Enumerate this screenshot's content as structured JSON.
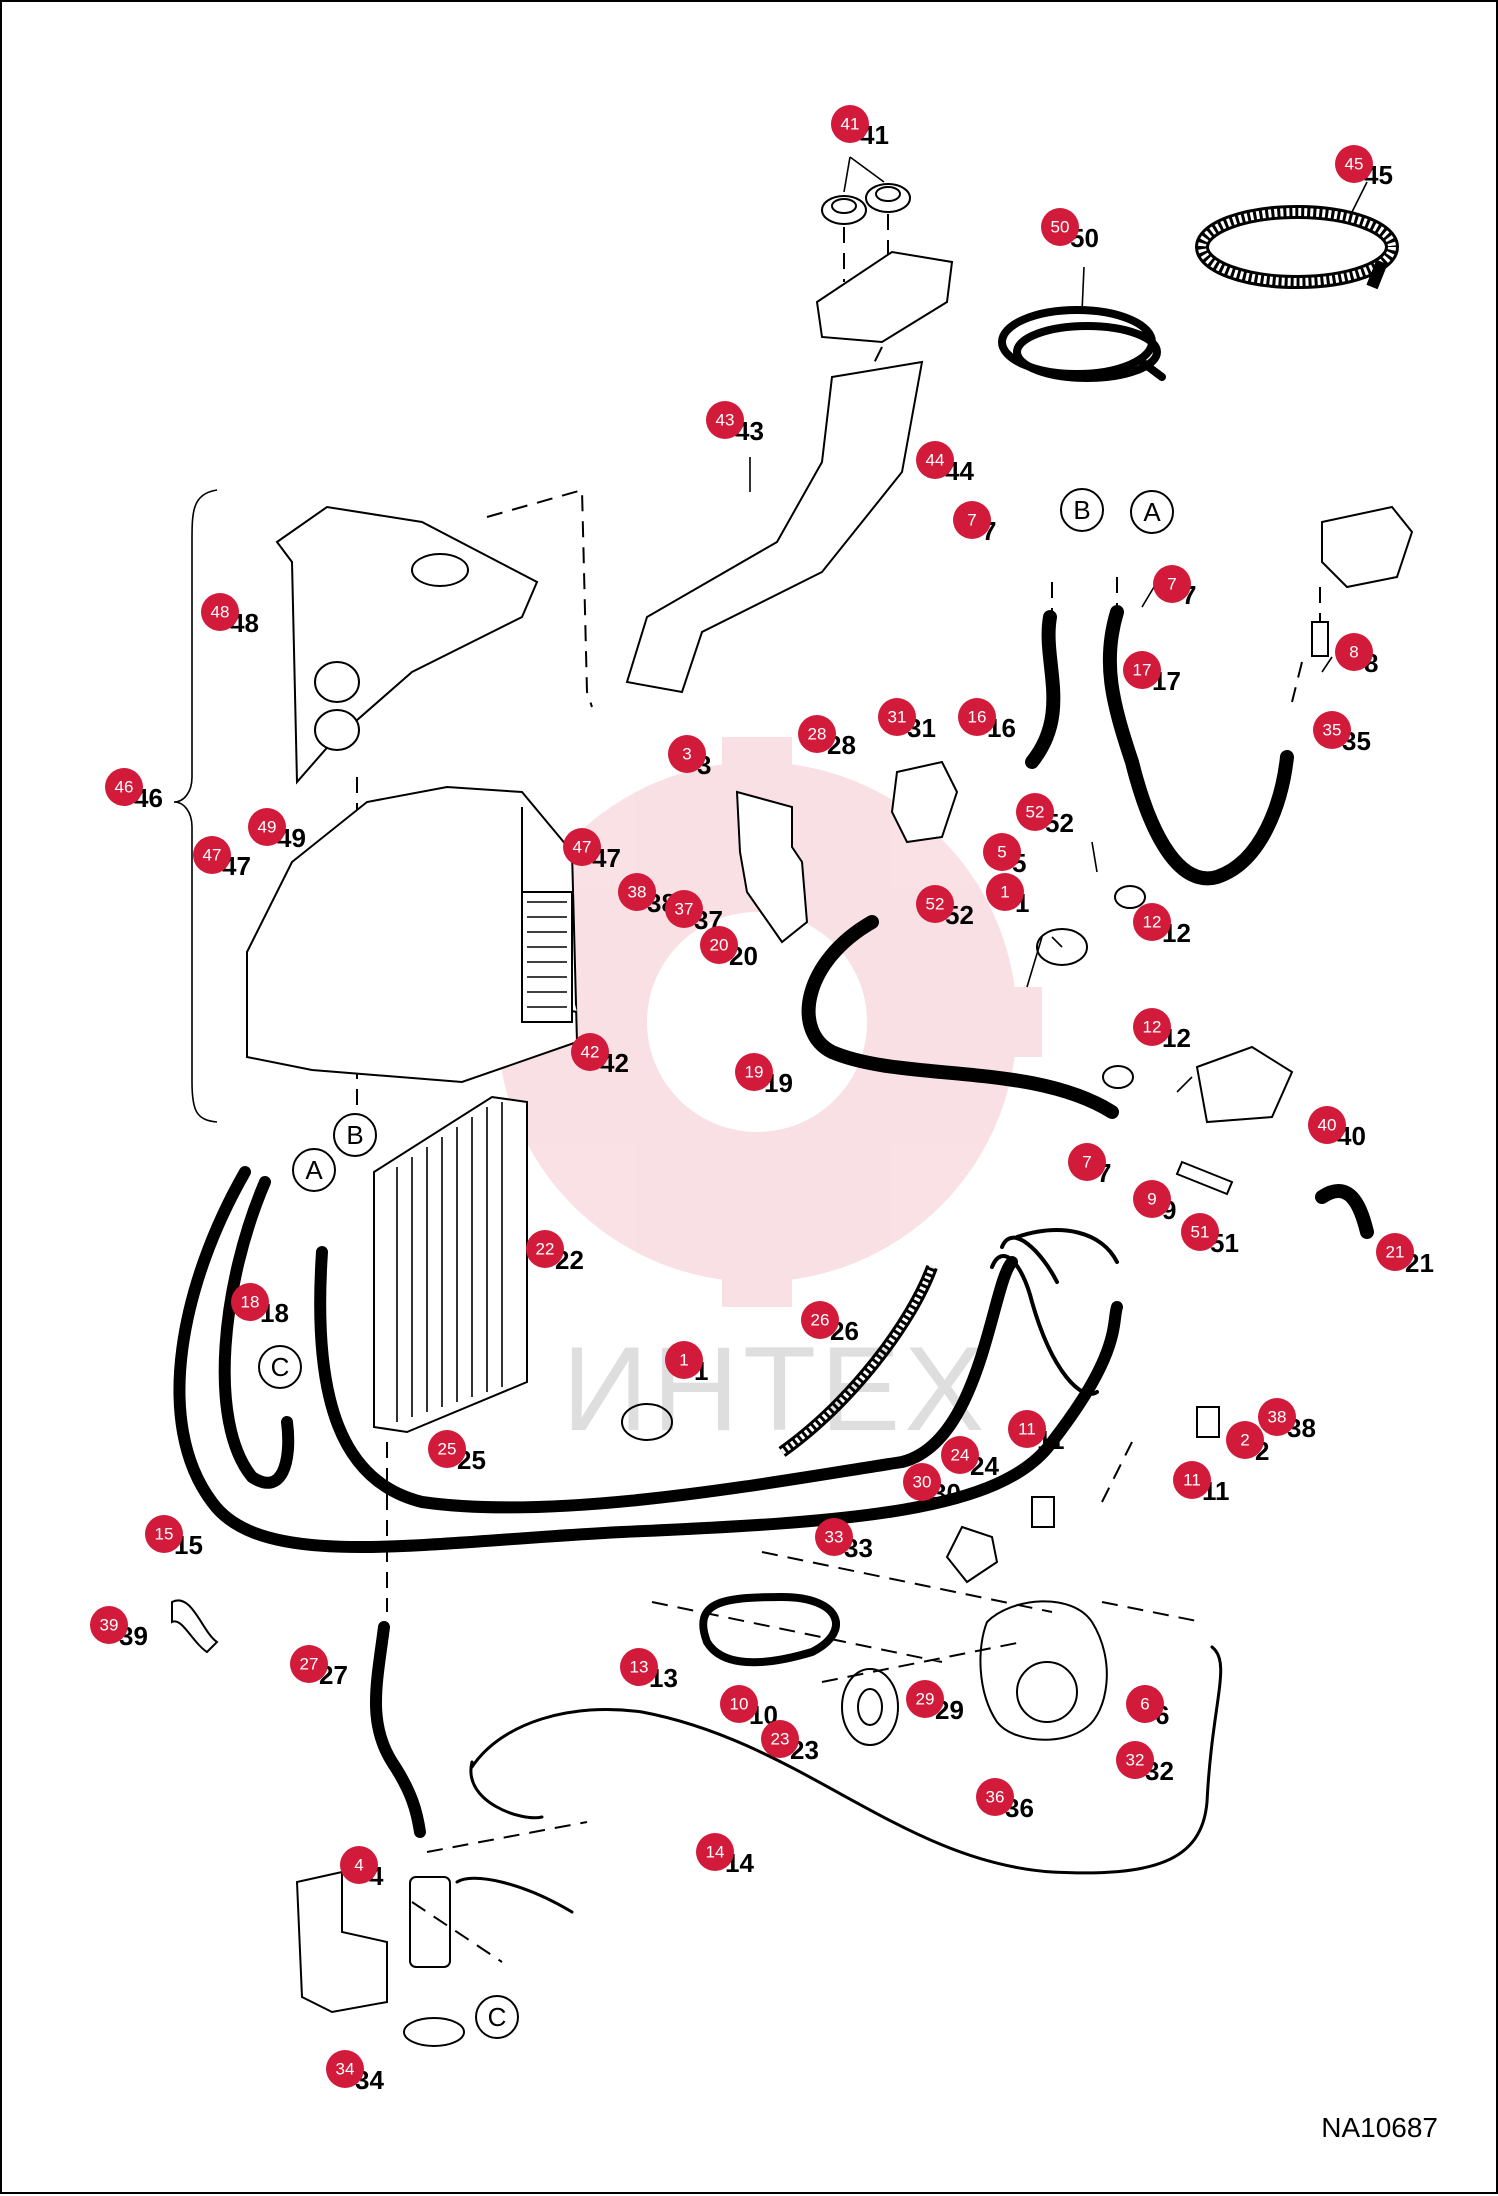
{
  "drawing_code": "NA10687",
  "watermark": "ИНТЕХ",
  "callouts": [
    {
      "label": "41"
    },
    {
      "label": "45"
    },
    {
      "label": "50"
    },
    {
      "label": "43"
    },
    {
      "label": "44"
    },
    {
      "label": "7"
    },
    {
      "label": "7"
    },
    {
      "label": "48"
    },
    {
      "label": "8"
    },
    {
      "label": "17"
    },
    {
      "label": "16"
    },
    {
      "label": "31"
    },
    {
      "label": "28"
    },
    {
      "label": "3"
    },
    {
      "label": "35"
    },
    {
      "label": "46"
    },
    {
      "label": "49"
    },
    {
      "label": "47"
    },
    {
      "label": "47"
    },
    {
      "label": "52"
    },
    {
      "label": "5"
    },
    {
      "label": "38"
    },
    {
      "label": "37"
    },
    {
      "label": "1"
    },
    {
      "label": "52"
    },
    {
      "label": "20"
    },
    {
      "label": "12"
    },
    {
      "label": "12"
    },
    {
      "label": "19"
    },
    {
      "label": "42"
    },
    {
      "label": "40"
    },
    {
      "label": "7"
    },
    {
      "label": "9"
    },
    {
      "label": "51"
    },
    {
      "label": "21"
    },
    {
      "label": "22"
    },
    {
      "label": "18"
    },
    {
      "label": "26"
    },
    {
      "label": "1"
    },
    {
      "label": "38"
    },
    {
      "label": "2"
    },
    {
      "label": "11"
    },
    {
      "label": "24"
    },
    {
      "label": "25"
    },
    {
      "label": "11"
    },
    {
      "label": "30"
    },
    {
      "label": "15"
    },
    {
      "label": "33"
    },
    {
      "label": "39"
    },
    {
      "label": "13"
    },
    {
      "label": "27"
    },
    {
      "label": "10"
    },
    {
      "label": "29"
    },
    {
      "label": "23"
    },
    {
      "label": "6"
    },
    {
      "label": "32"
    },
    {
      "label": "36"
    },
    {
      "label": "14"
    },
    {
      "label": "4"
    },
    {
      "label": "34"
    }
  ],
  "connectors": [
    {
      "label": "B"
    },
    {
      "label": "A"
    },
    {
      "label": "B"
    },
    {
      "label": "A"
    },
    {
      "label": "C"
    },
    {
      "label": "C"
    }
  ]
}
